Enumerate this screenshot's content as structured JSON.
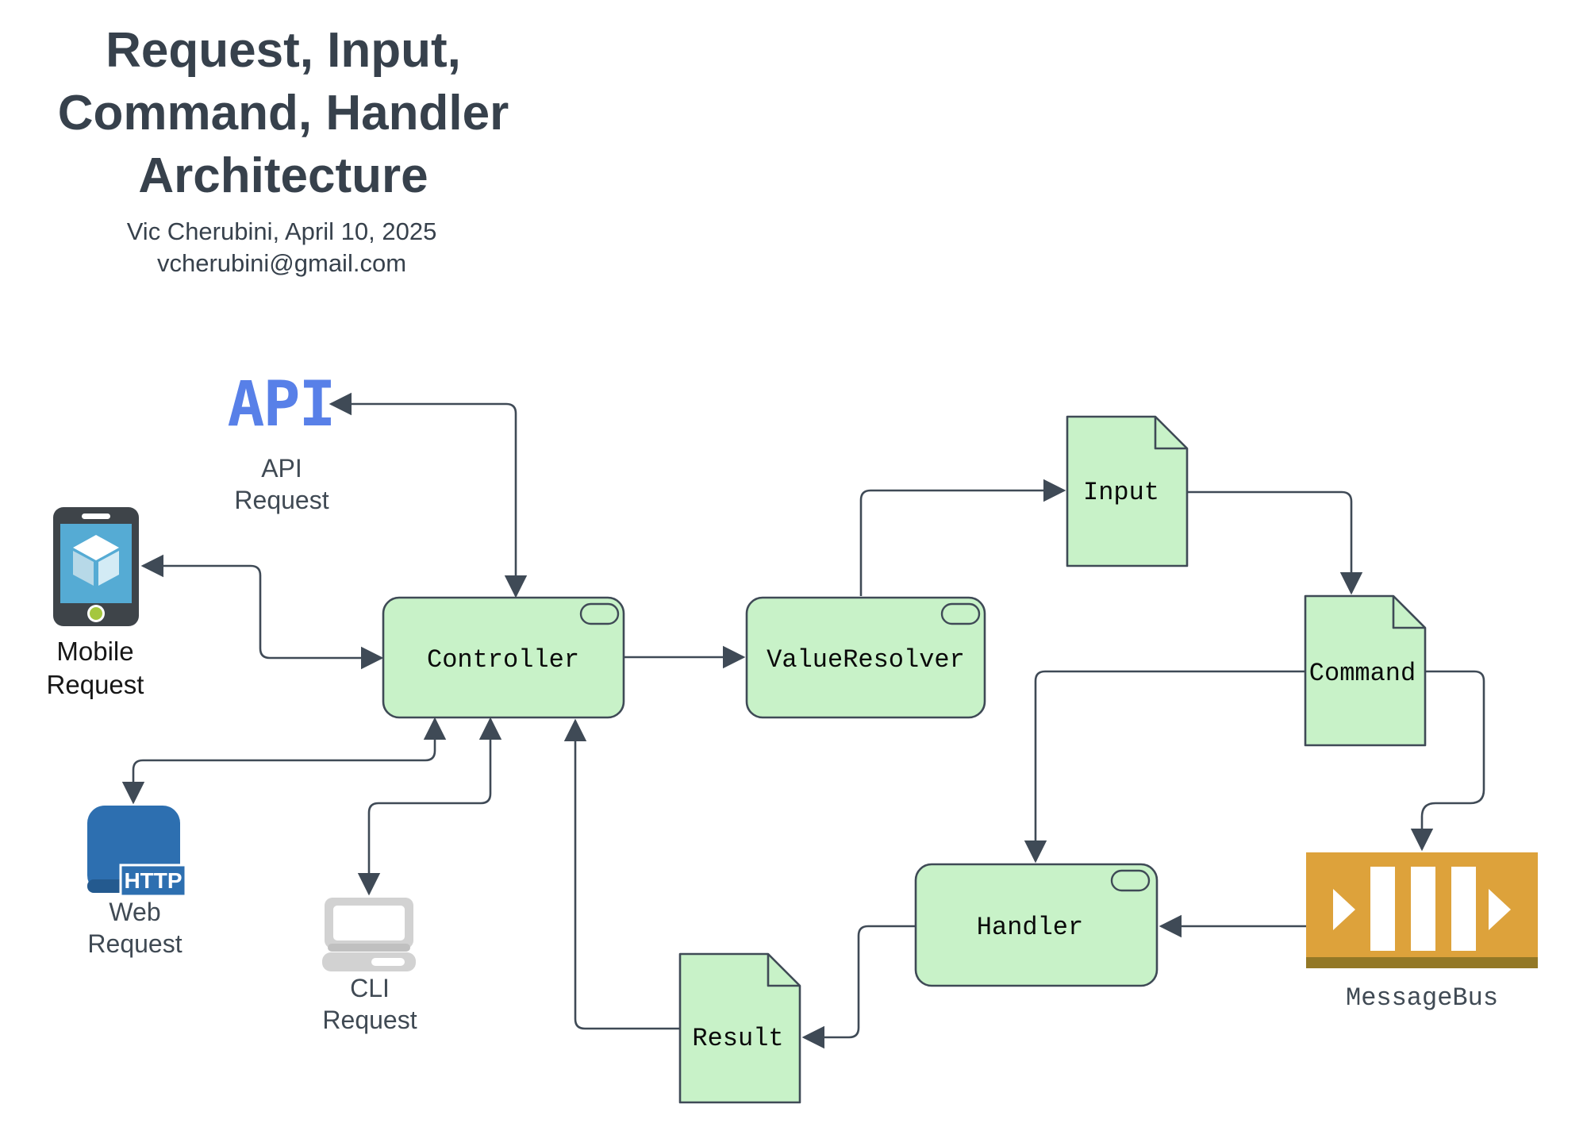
{
  "title": {
    "lines": [
      "Request, Input,",
      "Command, Handler",
      "Architecture"
    ]
  },
  "author": {
    "name_date": "Vic Cherubini, April 10, 2025",
    "email": "vcherubini@gmail.com"
  },
  "sources": {
    "api": {
      "icon_text": "API",
      "caption1": "API",
      "caption2": "Request"
    },
    "mobile": {
      "caption1": "Mobile",
      "caption2": "Request"
    },
    "web": {
      "badge": "HTTP",
      "caption1": "Web",
      "caption2": "Request"
    },
    "cli": {
      "caption1": "CLI",
      "caption2": "Request"
    }
  },
  "nodes": {
    "controller": {
      "label": "Controller"
    },
    "value_resolver": {
      "label": "ValueResolver"
    },
    "handler": {
      "label": "Handler"
    }
  },
  "docs": {
    "input": {
      "label": "Input"
    },
    "command": {
      "label": "Command"
    },
    "result": {
      "label": "Result"
    }
  },
  "message_bus": {
    "label": "MessageBus"
  },
  "colors": {
    "background": "#ffffff",
    "line": "#3f4a56",
    "node_fill": "#c8f2c8",
    "node_border": "#3f4a56",
    "node_text": "#0a0a0a",
    "title_text": "#37414c",
    "caption_text": "#404a54",
    "mobile_caption_text": "#161616",
    "api_blue": "#5880e8",
    "http_blue": "#2d6fb0",
    "bus_gold": "#dda23b",
    "bus_strip": "#937826",
    "phone_body": "#3e4449",
    "phone_screen": "#55abd4",
    "cube_left": "#b7d9e8",
    "cube_right": "#d3ebf5",
    "phone_button": "#a5c73e",
    "laptop_gray": "#d2d2d2",
    "laptop_dark": "#c0c0c0"
  }
}
